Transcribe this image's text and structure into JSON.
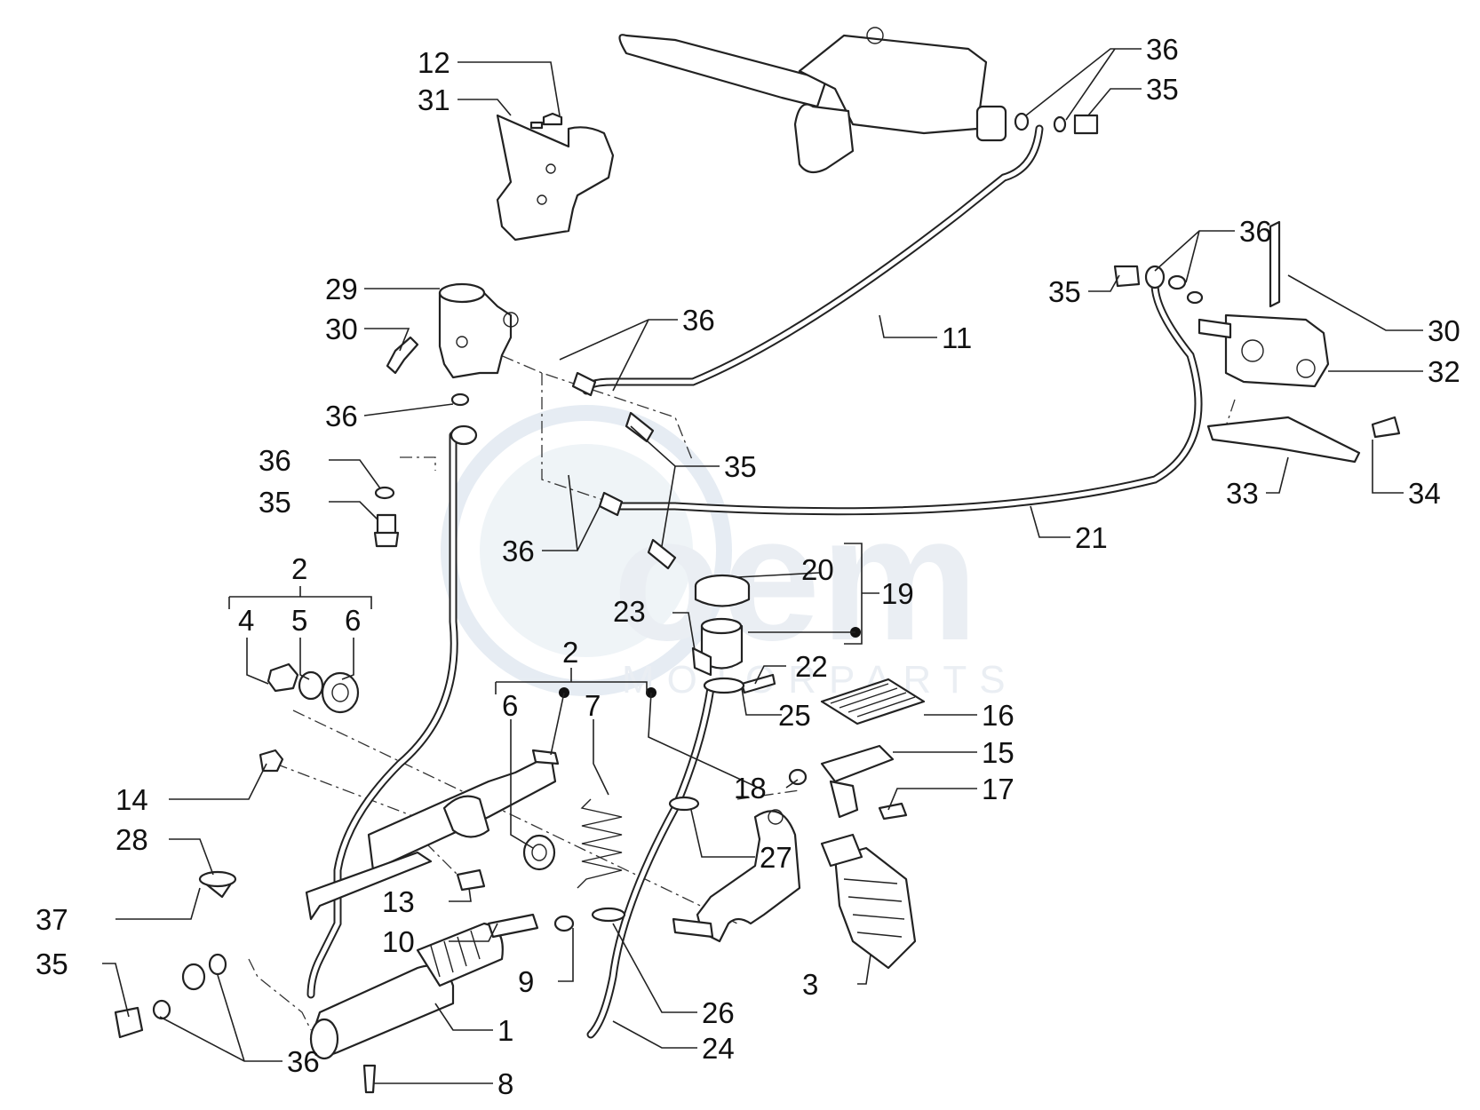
{
  "watermark": {
    "brand": "oem",
    "sub": "MOTORPARTS"
  },
  "labels": {
    "l12": "12",
    "l31": "31",
    "l29": "29",
    "l30a": "30",
    "l36a": "36",
    "l36b": "36",
    "l35a": "35",
    "l36top": "36",
    "l35top": "35",
    "l11": "11",
    "l36r": "36",
    "l35r": "35",
    "l30r": "30",
    "l32": "32",
    "l33": "33",
    "l34": "34",
    "l21": "21",
    "l36m": "36",
    "l35m": "35",
    "l36m2": "36",
    "l2a": "2",
    "l4": "4",
    "l5": "5",
    "l6a": "6",
    "l2b": "2",
    "l6b": "6",
    "l7": "7",
    "l20": "20",
    "l19": "19",
    "l23": "23",
    "l22": "22",
    "l25": "25",
    "l16": "16",
    "l15": "15",
    "l18": "18",
    "l17": "17",
    "l14": "14",
    "l28": "28",
    "l13": "13",
    "l27": "27",
    "l37": "37",
    "l10": "10",
    "l35b": "35",
    "l9": "9",
    "l26": "26",
    "l3": "3",
    "l1": "1",
    "l24": "24",
    "l36bot": "36",
    "l8": "8"
  }
}
